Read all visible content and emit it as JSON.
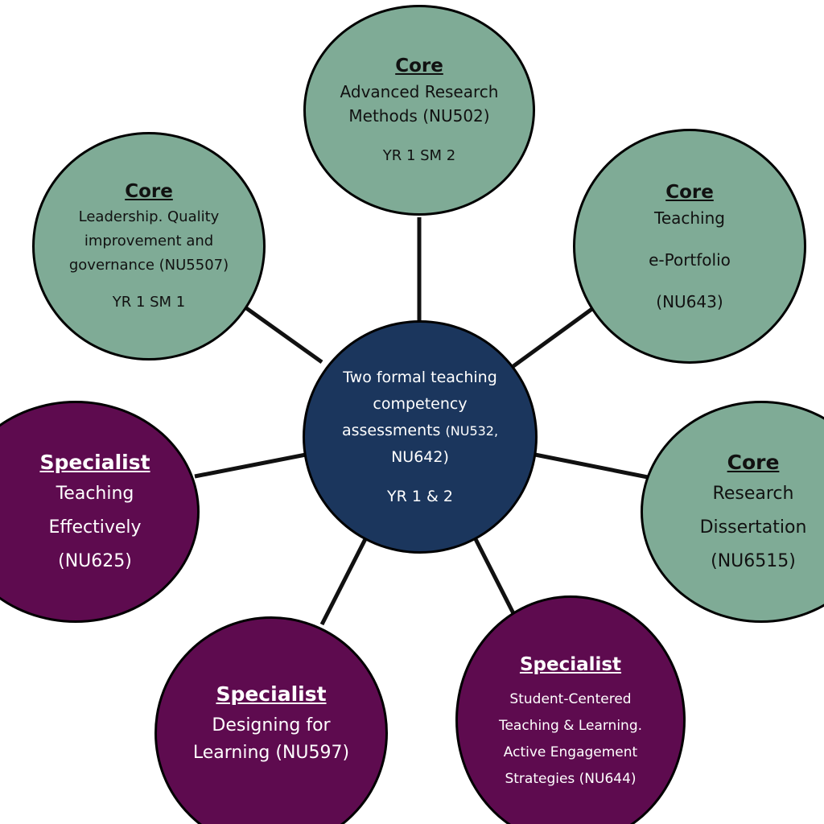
{
  "colors": {
    "core_fill": "#7fab96",
    "specialist_fill": "#5e0b4f",
    "hub_fill": "#1b365d",
    "outline": "#000000",
    "connector": "#111111"
  },
  "hub": {
    "line1": "Two formal teaching",
    "line2": "competency",
    "line3_main": "assessments",
    "line3_small": "(NU532,",
    "line4": "NU642)",
    "line5": "YR 1 & 2"
  },
  "nodes": {
    "research_methods": {
      "tag": "Core",
      "line1": "Advanced Research",
      "line2": "Methods (NU502)",
      "line3": "YR 1 SM 2"
    },
    "leadership": {
      "tag": "Core",
      "line1": "Leadership. Quality",
      "line2": "improvement and",
      "line3": "governance (NU5507)",
      "line4": "YR 1 SM 1"
    },
    "e_portfolio": {
      "tag": "Core",
      "line1": "Teaching",
      "line2": "e-Portfolio",
      "line3": "(NU643)"
    },
    "dissertation": {
      "tag": "Core",
      "line1": "Research",
      "line2": "Dissertation",
      "line3": "(NU6515)"
    },
    "teaching_effectively": {
      "tag": "Specialist",
      "line1": "Teaching",
      "line2": "Effectively",
      "line3": "(NU625)"
    },
    "designing": {
      "tag": "Specialist",
      "line1": "Designing for",
      "line2": "Learning (NU597)"
    },
    "student_centered": {
      "tag": "Specialist",
      "line1": "Student-Centered",
      "line2": "Teaching & Learning.",
      "line3": "Active Engagement",
      "line4": "Strategies (NU644)"
    }
  }
}
